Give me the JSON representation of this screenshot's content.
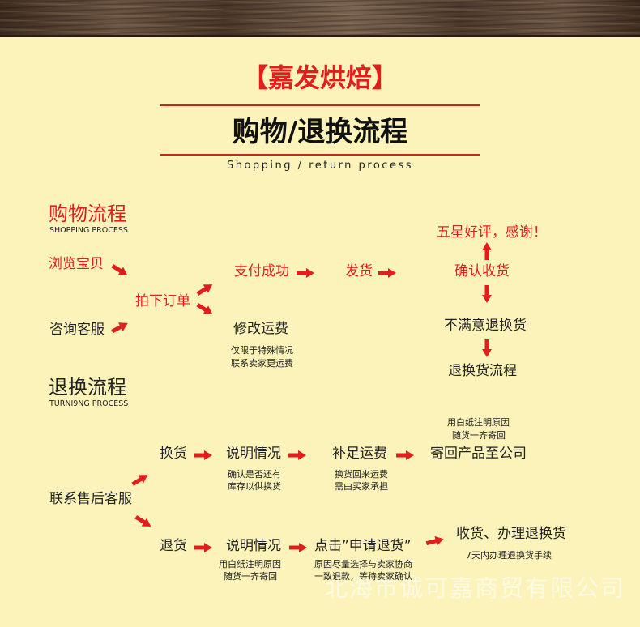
{
  "header": {
    "brand": "【嘉发烘焙】",
    "title": "购物/退换流程",
    "subtitle": "Shopping / return process"
  },
  "shopping": {
    "title": "购物流程",
    "subtitle": "SHOPPING PROCESS",
    "browse": "浏览宝贝",
    "consult": "咨询客服",
    "order": "拍下订单",
    "pay_success": "支付成功",
    "ship": "发货",
    "confirm": "确认收货",
    "five_star": "五星好评，感谢！",
    "modify_fee": "修改运费",
    "modify_note": [
      "仅限于特殊情况",
      "联系卖家更运费"
    ],
    "unsatisfied": "不满意退换货",
    "return_process": "退换货流程"
  },
  "returns": {
    "title": "退换流程",
    "subtitle": "TURNI9NG PROCESS",
    "contact": "联系售后客服",
    "exchange": "换货",
    "explain1": "说明情况",
    "explain1_note": [
      "确认是否还有",
      "库存以供换货"
    ],
    "add_freight": "补足运费",
    "add_freight_note": [
      "换货回来运费",
      "需由买家承担"
    ],
    "top_note": [
      "用白纸注明原因",
      "随货一齐寄回"
    ],
    "send_back": "寄回产品至公司",
    "refund": "退货",
    "explain2": "说明情况",
    "explain2_note": [
      "用白纸注明原因",
      "随货一齐寄回"
    ],
    "click_apply": "点击”申请退货”",
    "click_note": [
      "原因尽量选择与卖家协商",
      "一致退款，等待卖家确认"
    ],
    "receive": "收货、办理退换货",
    "receive_note": "7天内办理退换货手续"
  },
  "watermark": "北海市诚可嘉商贸有限公司",
  "colors": {
    "background": "#fbf3b9",
    "accent": "#e11d1d",
    "text": "#222222"
  }
}
